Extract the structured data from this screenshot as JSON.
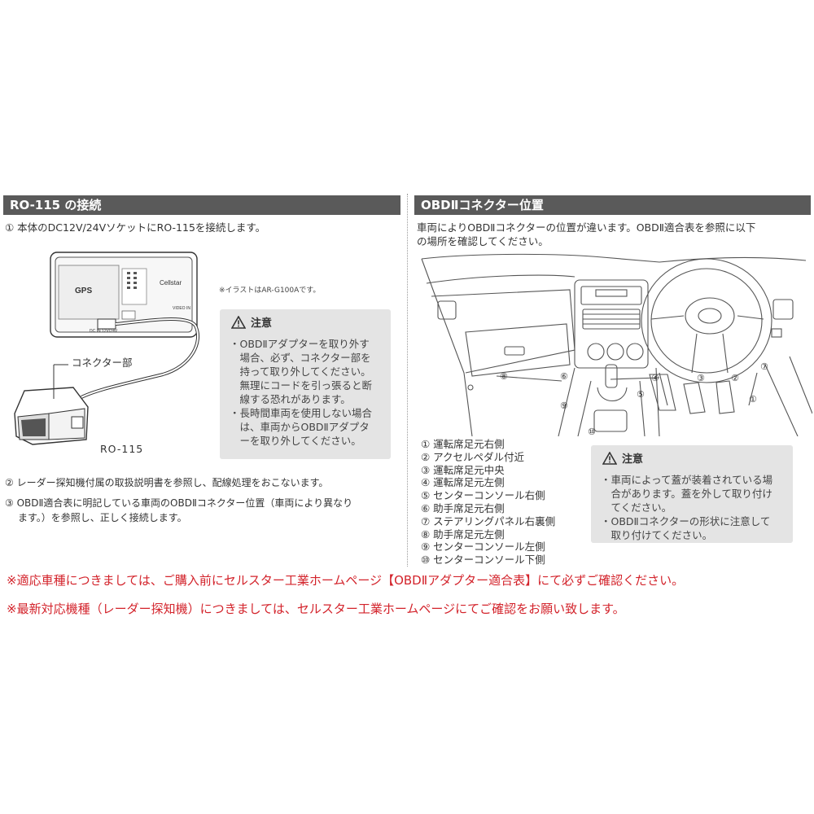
{
  "left": {
    "header": "RO-115 の接続",
    "step1": "① 本体のDC12V/24VソケットにRO-115を接続します。",
    "illust_note": "※イラストはAR-G100Aです。",
    "connector_label": "コネクター部",
    "product_label": "RO-115",
    "device_labels": {
      "brand": "Cellstar",
      "gps": "GPS",
      "dc": "DC IN 12V/24V",
      "video": "VIDEO IN"
    },
    "caution": {
      "title": "注意",
      "lines": [
        "・OBDⅡアダプターを取り外す",
        "　場合、必ず、コネクター部を",
        "　持って取り外してください。",
        "　無理にコードを引っ張ると断",
        "　線する恐れがあります。",
        "・長時間車両を使用しない場合",
        "　は、車両からOBDⅡアダプタ",
        "　ーを取り外してください。"
      ]
    },
    "step2": "② レーダー探知機付属の取扱説明書を参照し、配線処理をおこないます。",
    "step3_line1": "③ OBDⅡ適合表に明記している車両のOBDⅡコネクター位置（車両により異なり",
    "step3_line2": "ます。）を参照し、正しく接続します。"
  },
  "right": {
    "header": "OBDⅡコネクター位置",
    "intro_line1": "車両によりOBDⅡコネクターの位置が違います。OBDⅡ適合表を参照に以下",
    "intro_line2": "の場所を確認してください。",
    "diagram_markers": [
      "①",
      "②",
      "③",
      "④",
      "⑤",
      "⑥",
      "⑦",
      "⑧",
      "⑨",
      "⑩"
    ],
    "locations": [
      "① 運転席足元右側",
      "② アクセルペダル付近",
      "③ 運転席足元中央",
      "④ 運転席足元左側",
      "⑤ センターコンソール右側",
      "⑥ 助手席足元右側",
      "⑦ ステアリングパネル右裏側",
      "⑧ 助手席足元左側",
      "⑨ センターコンソール左側",
      "⑩ センターコンソール下側"
    ],
    "caution": {
      "title": "注意",
      "lines": [
        "・車両によって蓋が装着されている場",
        "　合があります。蓋を外して取り付け",
        "　てください。",
        "・OBDⅡコネクターの形状に注意して",
        "　取り付けてください。"
      ]
    }
  },
  "notes": {
    "note1": "※適応車種につきましては、ご購入前にセルスター工業ホームページ【OBDⅡアダプター適合表】にて必ずご確認ください。",
    "note2": "※最新対応機種（レーダー探知機）につきましては、セルスター工業ホームページにてご確認をお願い致します。"
  },
  "colors": {
    "header_bg": "#5a5a5a",
    "caution_bg": "#e4e4e4",
    "note_red": "#d3232b"
  }
}
